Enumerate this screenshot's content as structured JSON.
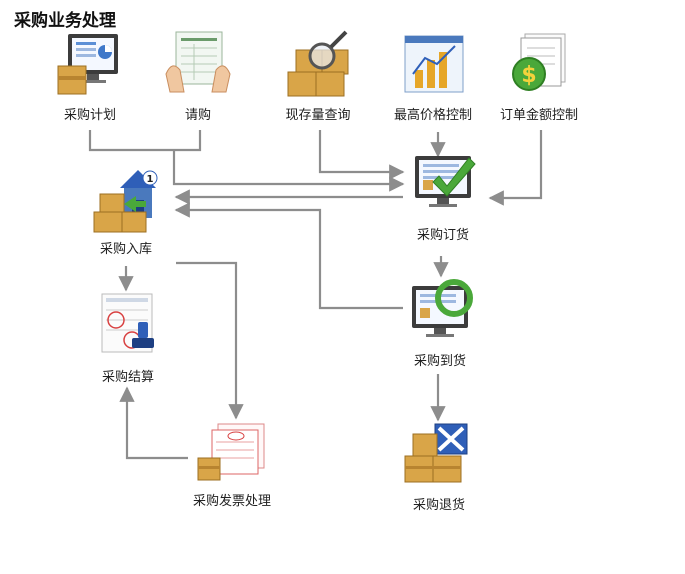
{
  "title": "采购业务处理",
  "nodes": {
    "plan": "采购计划",
    "request": "请购",
    "stock_query": "现存量查询",
    "max_price": "最高价格控制",
    "order_amount": "订单金额控制",
    "inbound": "采购入库",
    "order": "采购订货",
    "settlement": "采购结算",
    "arrival": "采购到货",
    "invoice": "采购发票处理",
    "return": "采购退货"
  },
  "colors": {
    "line": "#8d8d8d",
    "box": "#d9a548",
    "monitor": "#3c3c3c",
    "check": "#4aa83a",
    "stamp_blue": "#2f5fb8",
    "invoice_red": "#d84040"
  }
}
